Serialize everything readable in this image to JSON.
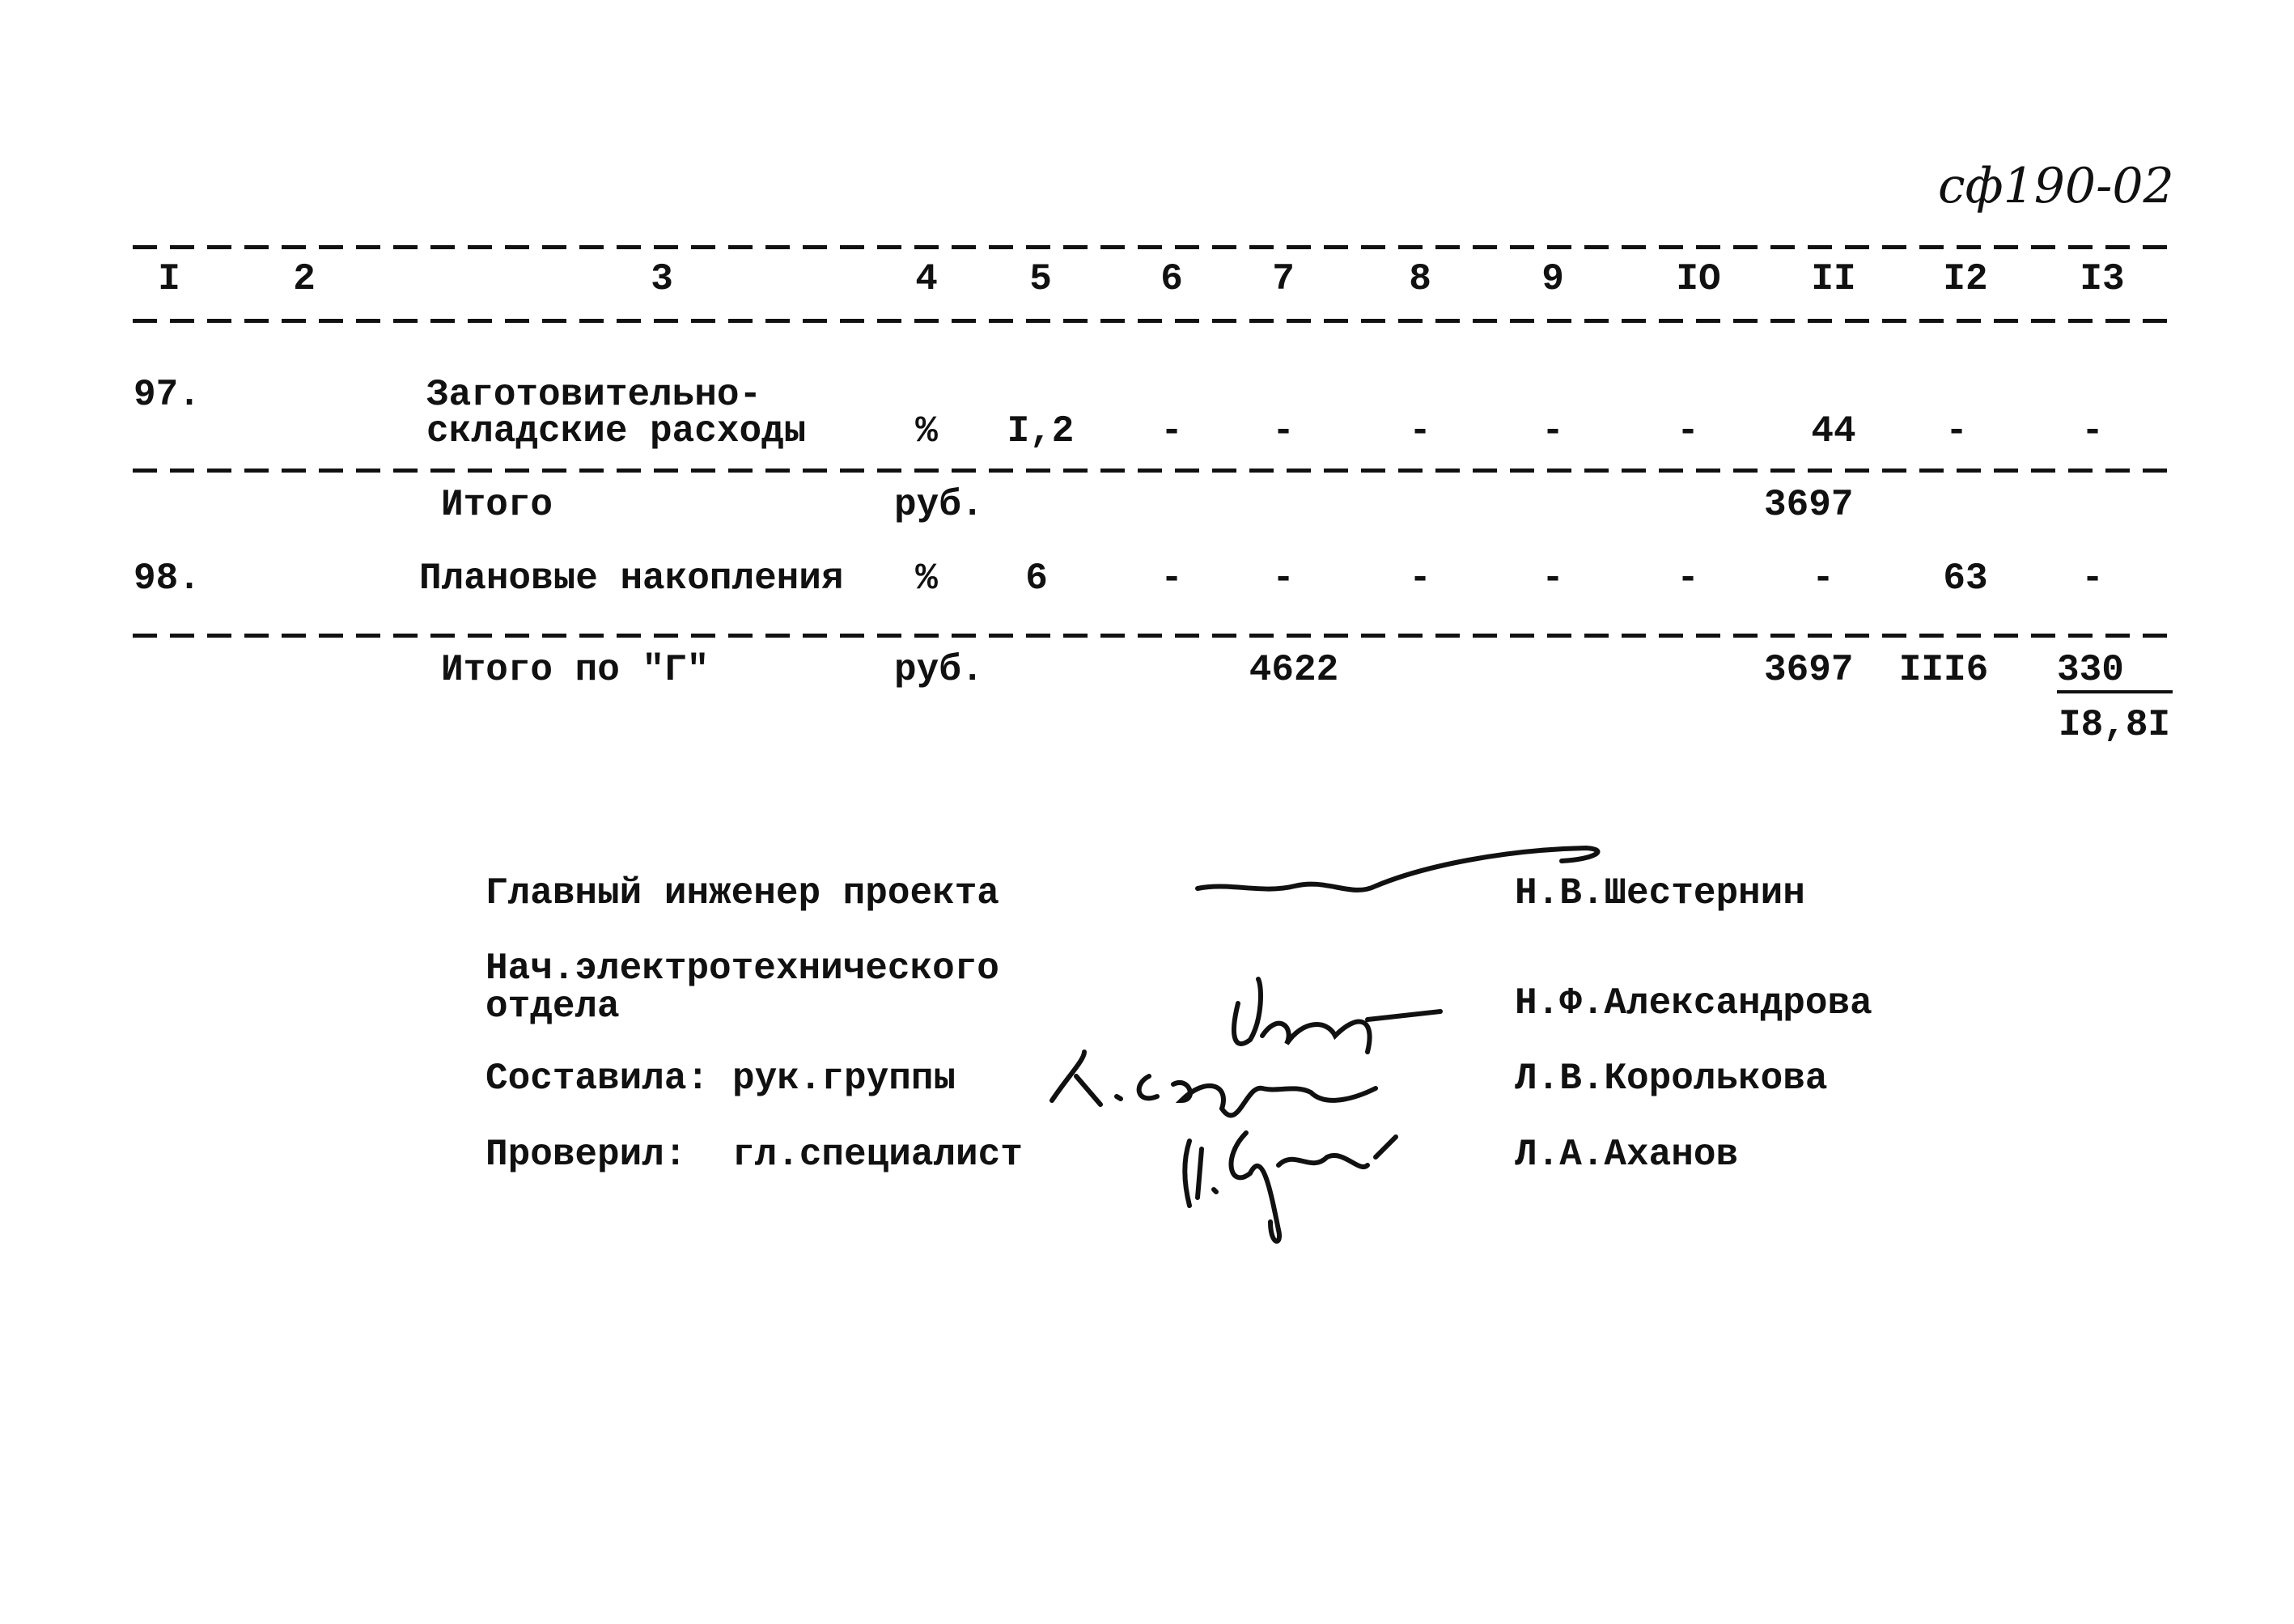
{
  "document_code": "сф190-02",
  "columns": [
    "I",
    "2",
    "3",
    "4",
    "5",
    "6",
    "7",
    "8",
    "9",
    "IO",
    "II",
    "I2",
    "I3"
  ],
  "rows": [
    {
      "num": "97.",
      "name_line1": "Заготовительно-",
      "name_line2": "складские расходы",
      "unit": "%",
      "c5": "I,2",
      "c6": "-",
      "c7": "-",
      "c8": "-",
      "c9": "-",
      "c10": "-",
      "c11": "44",
      "c12": "-",
      "c13": "-"
    },
    {
      "subtotal_label": "Итого",
      "unit": "руб.",
      "c11": "3697"
    },
    {
      "num": "98.",
      "name": "Плановые накопления",
      "unit": "%",
      "c5": "6",
      "c6": "-",
      "c7": "-",
      "c8": "-",
      "c9": "-",
      "c10": "-",
      "c11": "-",
      "c12": "63",
      "c13": "-"
    },
    {
      "subtotal_label": "Итого по \"Г\"",
      "unit": "руб.",
      "c7": "4622",
      "c11": "3697",
      "c12": "III6",
      "c13": "330",
      "c13_below": "I8,8I"
    }
  ],
  "signatories": [
    {
      "title": "Главный инженер проекта",
      "name": "Н.В.Шестернин"
    },
    {
      "title_line1": "Нач.электротехнического",
      "title_line2": "отдела",
      "name": "Н.Ф.Александрова"
    },
    {
      "title_a": "Составила:",
      "title_b": "рук.группы",
      "name": "Л.В.Королькова"
    },
    {
      "title_a": "Проверил:",
      "title_b": "гл.специалист",
      "name": "Л.А.Аханов"
    }
  ]
}
